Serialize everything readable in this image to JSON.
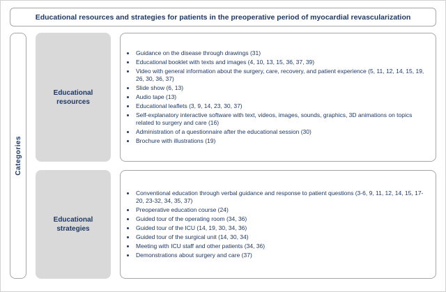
{
  "title": "Educational resources and strategies for patients in the preoperative period of myocardial revascularization",
  "sidebar_label": "Categories",
  "colors": {
    "text": "#1f3864",
    "label_box_fill": "#d9d9d9",
    "border": "#a6a6a6"
  },
  "sections": [
    {
      "label": "Educational resources",
      "items": [
        "Guidance on the disease through drawings (31)",
        "Educational booklet with texts and images (4, 10, 13, 15, 36, 37, 39)",
        "Video with general information about the surgery, care, recovery, and patient experience (5, 11, 12, 14, 15, 19, 26, 30, 36, 37)",
        "Slide show (6, 13)",
        "Audio tape (13)",
        "Educational leaflets (3, 9, 14, 23, 30, 37)",
        "Self-explanatory interactive software with text, videos, images, sounds, graphics, 3D animations on topics related to surgery and care (16)",
        "Administration of a questionnaire after the educational session (30)",
        "Brochure with illustrations (19)"
      ]
    },
    {
      "label": "Educational strategies",
      "items": [
        "Conventional education through verbal guidance and response to patient questions (3-6, 9, 11, 12, 14, 15, 17-20, 23-32, 34, 35, 37)",
        "Preoperative education course (24)",
        "Guided tour of the operating room (34, 36)",
        "Guided tour of the ICU (14, 19, 30, 34, 36)",
        "Guided tour of the surgical unit (14, 30, 34)",
        "Meeting with ICU staff and other patients (34, 36)",
        "Demonstrations about surgery and care (37)"
      ]
    }
  ]
}
